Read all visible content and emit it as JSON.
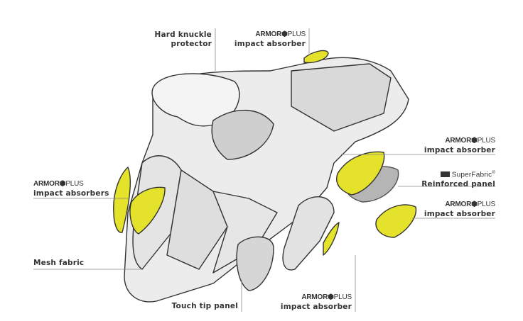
{
  "title": "Glove protection features",
  "colors": {
    "pad": "#e4e22a",
    "outline": "#333333",
    "glove": "#ececec",
    "mesh": "#cfcfcf"
  },
  "labels": {
    "knuckle": {
      "line1": "Hard knuckle",
      "line2": "protector"
    },
    "top_absorber": {
      "brand": "ARMOR",
      "brand_suffix": "PLUS",
      "text": "impact absorber"
    },
    "right_absorber_1": {
      "brand": "ARMOR",
      "brand_suffix": "PLUS",
      "text": "impact absorber"
    },
    "superfabric": {
      "brand": "SuperFabric",
      "mark": "®",
      "text": "Reinforced panel"
    },
    "right_absorber_2": {
      "brand": "ARMOR",
      "brand_suffix": "PLUS",
      "text": "impact absorber"
    },
    "left_absorbers": {
      "brand": "ARMOR",
      "brand_suffix": "PLUS",
      "text": "impact absorbers"
    },
    "mesh": {
      "text": "Mesh fabric"
    },
    "touch_tip": {
      "text": "Touch tip panel"
    },
    "bottom_absorber": {
      "brand": "ARMOR",
      "brand_suffix": "PLUS",
      "text": "impact absorber"
    }
  }
}
